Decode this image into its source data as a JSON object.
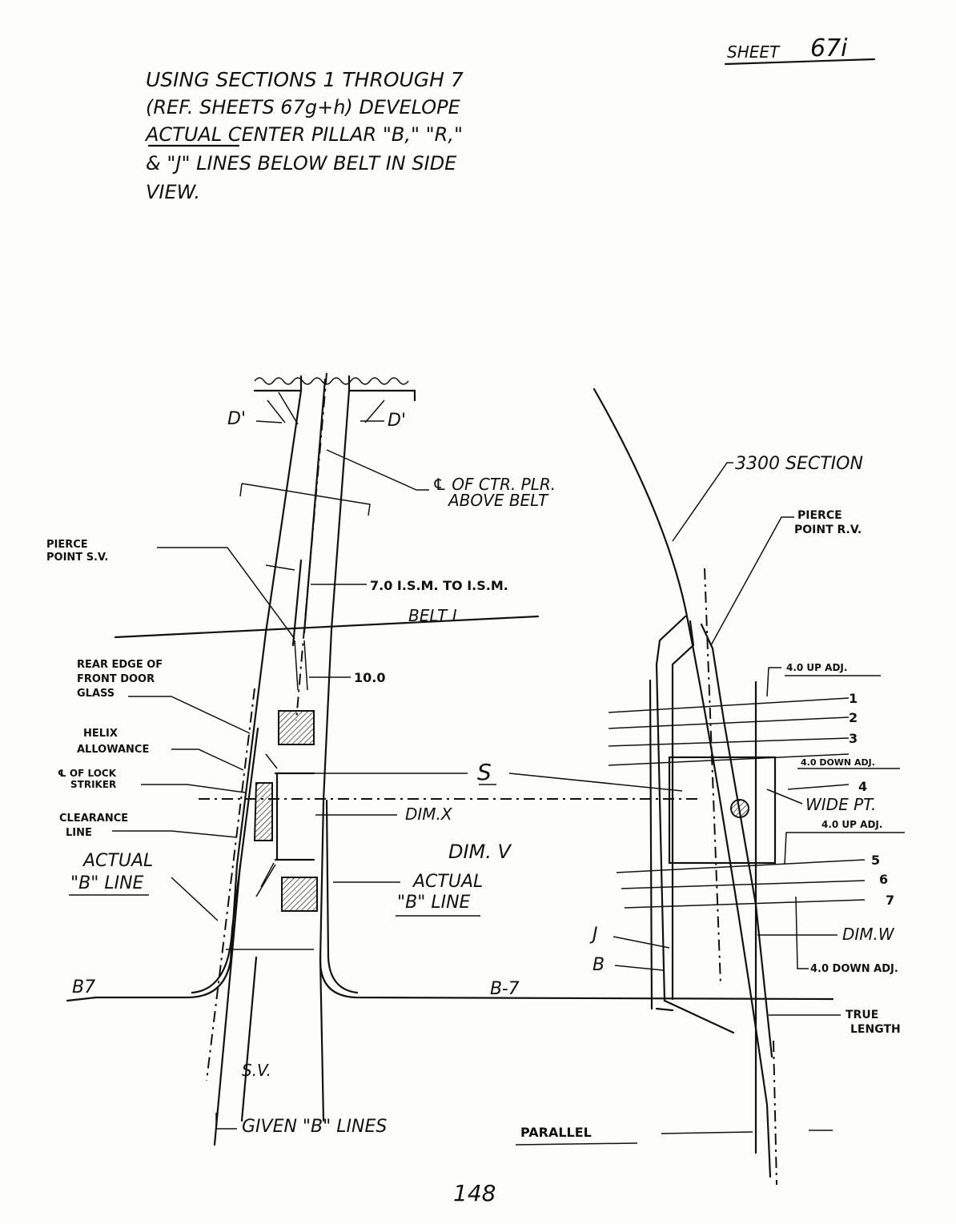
{
  "sheet": {
    "label": "SHEET",
    "number": "67i"
  },
  "instructions": {
    "line1": "USING SECTIONS 1 THROUGH 7",
    "line2": "(REF. SHEETS 67g+h) DEVELOPE",
    "line3": "ACTUAL CENTER PILLAR \"B,\" \"R,\"",
    "line4": "& \"J\" LINES BELOW BELT IN SIDE",
    "line5": "VIEW."
  },
  "side_view": {
    "d_left": "D'",
    "d_right": "D'",
    "cl_ctr_plr_1": "℄ OF CTR. PLR.",
    "cl_ctr_plr_2": "ABOVE BELT",
    "pierce_sv_1": "PIERCE",
    "pierce_sv_2": "POINT S.V.",
    "ism": "7.0 I.S.M. TO I.S.M.",
    "belt": "BELT I",
    "rear_edge_1": "REAR EDGE OF",
    "rear_edge_2": "FRONT DOOR",
    "rear_edge_3": "GLASS",
    "dim_10": "10.0",
    "helix_1": "HELIX",
    "helix_2": "ALLOWANCE",
    "lock_1": "℄ OF LOCK",
    "lock_2": "STRIKER",
    "s_label": "S",
    "dim_x": "DIM.X",
    "clear_1": "CLEARANCE",
    "clear_2": "LINE",
    "dim_v": "DIM. V",
    "actual_b_left_1": "ACTUAL",
    "actual_b_left_2": "\"B\" LINE",
    "actual_b_right_1": "ACTUAL",
    "actual_b_right_2": "\"B\" LINE",
    "b7_left": "B7",
    "b7_mid": "B-7",
    "sv": "S.V.",
    "given_b": "GIVEN \"B\" LINES"
  },
  "rear_view": {
    "section_3300": "3300 SECTION",
    "pierce_rv_1": "PIERCE",
    "pierce_rv_2": "POINT R.V.",
    "up_adj_top": "4.0 UP ADJ.",
    "down_adj_top": "4.0 DOWN ADJ.",
    "wide_pt": "WIDE PT.",
    "up_adj_mid": "4.0 UP ADJ.",
    "dim_w": "DIM.W",
    "down_adj_bottom": "4.0 DOWN ADJ.",
    "j_label": "J",
    "b_label": "B",
    "true_length_1": "TRUE",
    "true_length_2": "LENGTH",
    "parallel": "PARALLEL",
    "sections": [
      "1",
      "2",
      "3",
      "4",
      "5",
      "6",
      "7"
    ]
  },
  "page_number": "148"
}
